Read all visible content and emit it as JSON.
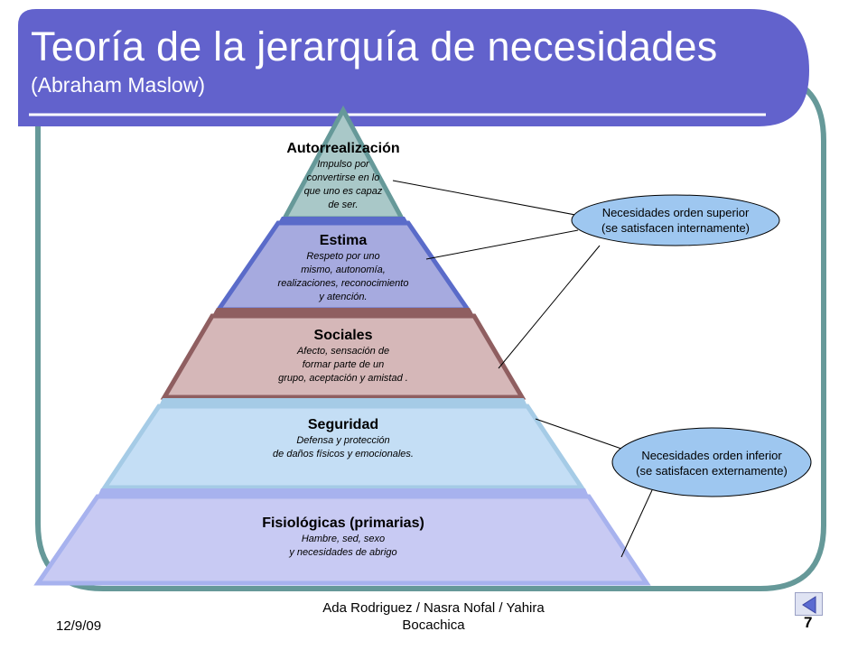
{
  "slide": {
    "title": "Teoría de la jerarquía de necesidades",
    "subtitle": "(Abraham Maslow)"
  },
  "pyramid": {
    "levels": [
      {
        "heading": "Autorrealización",
        "lines": [
          "Impulso por",
          "convertirse en lo",
          "que uno es capaz",
          "de ser."
        ],
        "fill": "#a9c8c8",
        "band": "#5a6bc9"
      },
      {
        "heading": "Estima",
        "lines": [
          "Respeto por uno",
          "mismo, autonomía,",
          "realizaciones, reconocimiento",
          "y atención."
        ],
        "fill": "#a6aadf",
        "band": "#8f5e60"
      },
      {
        "heading": "Sociales",
        "lines": [
          "Afecto, sensación de",
          "formar parte de un",
          "grupo, aceptación y amistad ."
        ],
        "fill": "#d5b7b8",
        "band": "#a5cbe6"
      },
      {
        "heading": "Seguridad",
        "lines": [
          "Defensa y protección",
          "de daños físicos y emocionales."
        ],
        "fill": "#c4def5",
        "band": "#a7b2ee"
      },
      {
        "heading": "Fisiológicas (primarias)",
        "lines": [
          "Hambre, sed, sexo",
          "y necesidades de abrigo"
        ],
        "fill": "#c8caf3",
        "band": "#a7b2ee"
      }
    ]
  },
  "callouts": {
    "superior": {
      "line1": "Necesidades orden superior",
      "line2": "(se satisfacen internamente)"
    },
    "inferior": {
      "line1": "Necesidades orden inferior",
      "line2": "(se satisfacen externamente)"
    }
  },
  "footer": {
    "date": "12/9/09",
    "authors_line1": "Ada Rodriguez / Nasra Nofal / Yahira",
    "authors_line2": "Bocachica",
    "page": "7"
  },
  "colors": {
    "title_bar": "#6262cc",
    "frame": "#669999",
    "bubble": "#9ec7f0"
  },
  "icons": {
    "nav": "triangle-left-icon"
  }
}
